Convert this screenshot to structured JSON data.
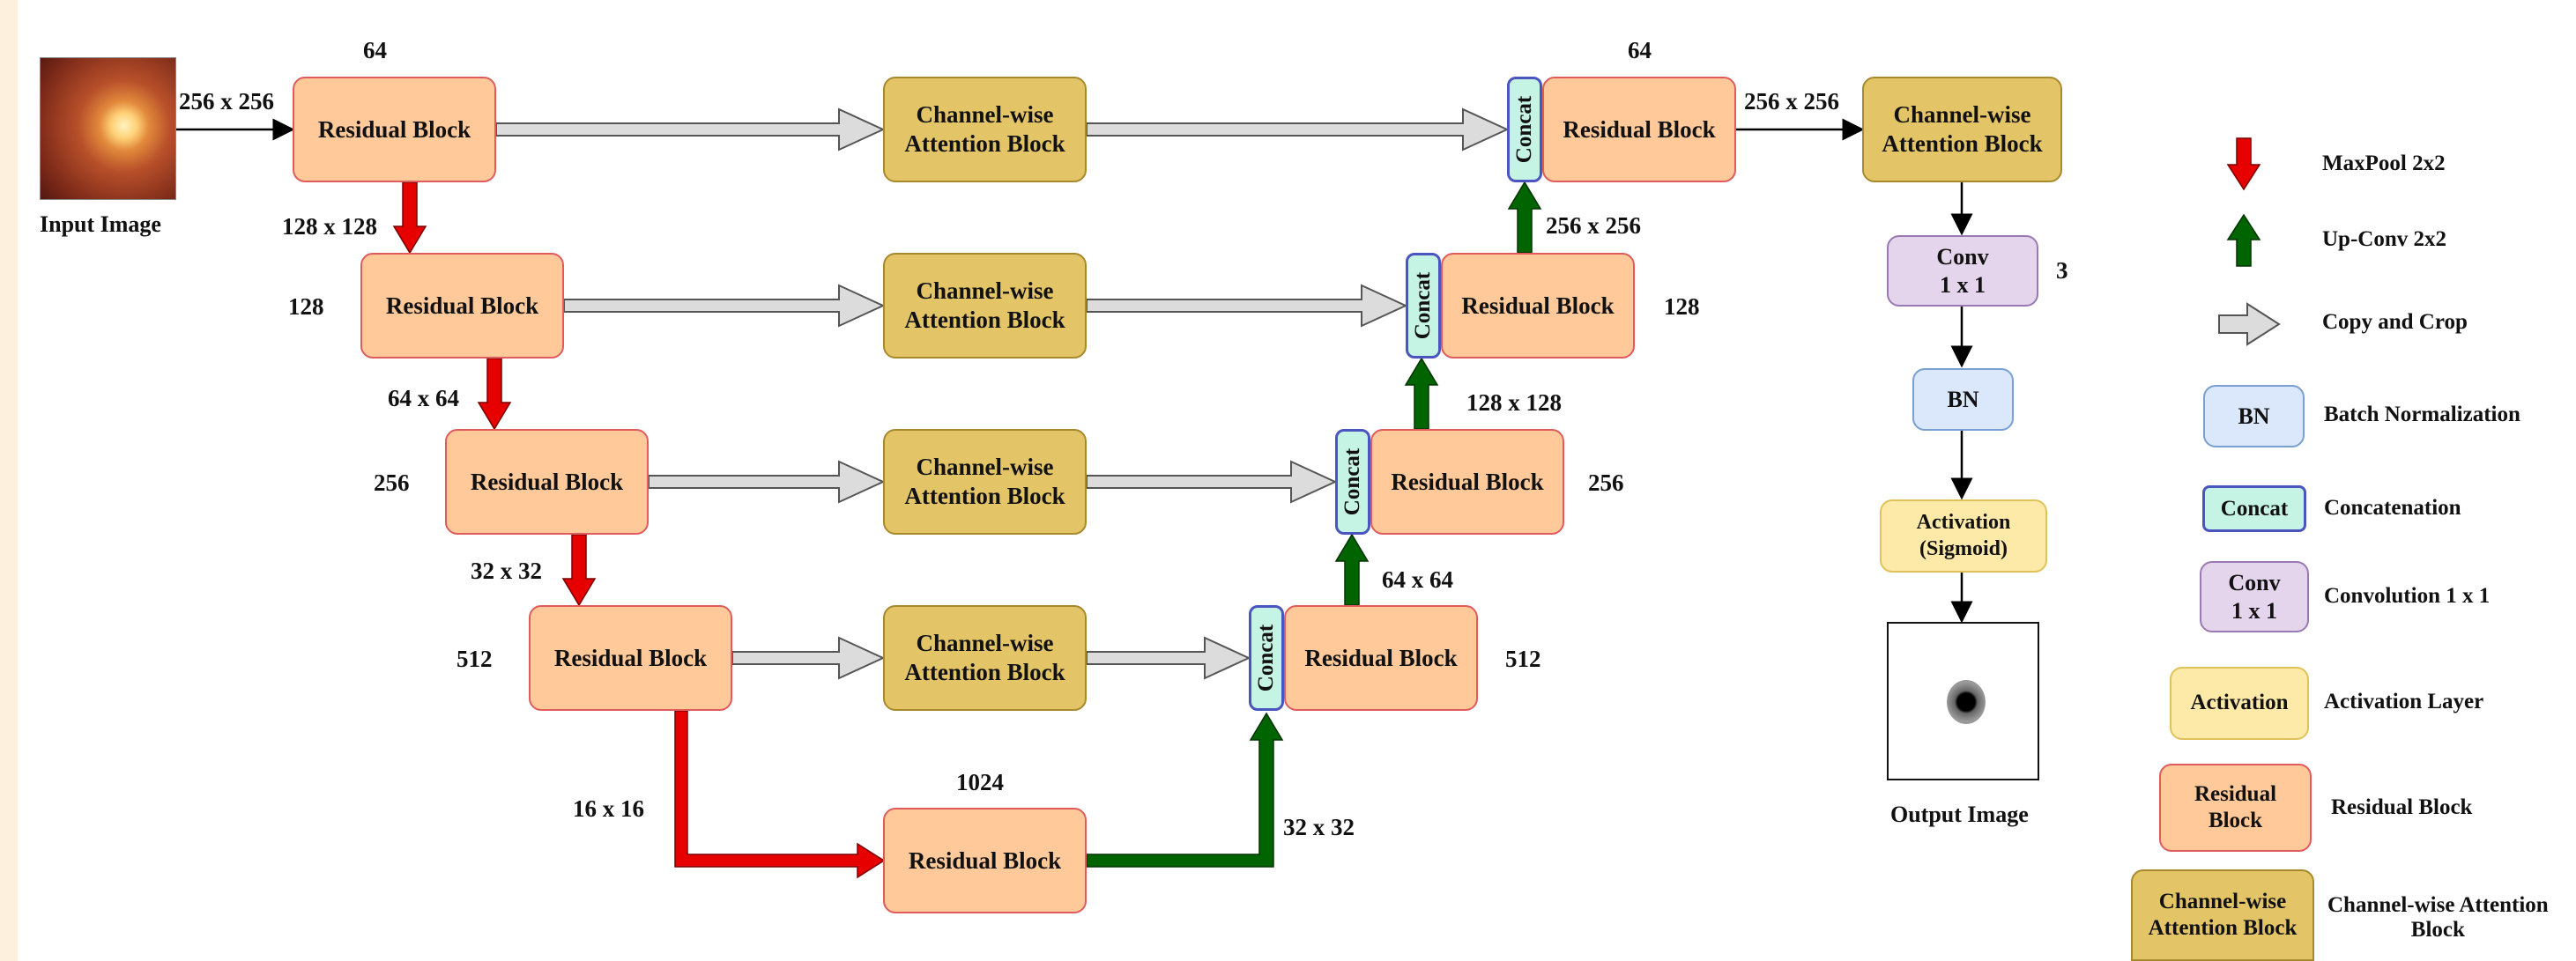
{
  "input": {
    "caption": "Input Image"
  },
  "output": {
    "caption": "Output Image"
  },
  "encoder": [
    {
      "label": "Residual Block",
      "channels": "64"
    },
    {
      "label": "Residual Block",
      "channels": "128"
    },
    {
      "label": "Residual Block",
      "channels": "256"
    },
    {
      "label": "Residual Block",
      "channels": "512"
    }
  ],
  "bottleneck": {
    "label": "Residual Block",
    "channels": "1024"
  },
  "decoder": [
    {
      "label": "Residual Block",
      "channels": "64"
    },
    {
      "label": "Residual Block",
      "channels": "128"
    },
    {
      "label": "Residual Block",
      "channels": "256"
    },
    {
      "label": "Residual Block",
      "channels": "512"
    }
  ],
  "attention_blocks": [
    {
      "line1": "Channel-wise",
      "line2": "Attention Block"
    },
    {
      "line1": "Channel-wise",
      "line2": "Attention Block"
    },
    {
      "line1": "Channel-wise",
      "line2": "Attention Block"
    },
    {
      "line1": "Channel-wise",
      "line2": "Attention Block"
    }
  ],
  "concat_label": "Concat",
  "sizes": {
    "input_256": "256 x 256",
    "down_128": "128 x 128",
    "down_64": "64 x 64",
    "down_32": "32 x 32",
    "down_16": "16 x 16",
    "up_32": "32 x 32",
    "up_64": "64 x 64",
    "up_128": "128 x 128",
    "up_256": "256 x 256",
    "out_256": "256 x 256"
  },
  "head": {
    "attention": {
      "line1": "Channel-wise",
      "line2": "Attention Block"
    },
    "conv": {
      "line1": "Conv",
      "line2": "1 x 1",
      "channels": "3"
    },
    "bn": "BN",
    "activation": {
      "line1": "Activation",
      "line2": "(Sigmoid)"
    }
  },
  "legend": {
    "maxpool": "MaxPool 2x2",
    "upconv": "Up-Conv 2x2",
    "copy": "Copy and Crop",
    "bn_box": "BN",
    "bn_text": "Batch Normalization",
    "concat_box": "Concat",
    "concat_text": "Concatenation",
    "conv_box_line1": "Conv",
    "conv_box_line2": "1 x 1",
    "conv_text": "Convolution 1 x 1",
    "act_box": "Activation",
    "act_text": "Activation Layer",
    "res_box_line1": "Residual",
    "res_box_line2": "Block",
    "res_text": "Residual Block",
    "att_box_line1": "Channel-wise",
    "att_box_line2": "Attention Block",
    "att_text_line1": "Channel-wise Attention",
    "att_text_line2": "Block"
  },
  "colors": {
    "maxpool_arrow": "#e60000",
    "upconv_arrow": "#006400",
    "copy_arrow_fill": "#dcdcdc",
    "residual_fill": "#ffc99a",
    "attention_fill": "#e3c466",
    "concat_fill": "#c6f4e4"
  }
}
